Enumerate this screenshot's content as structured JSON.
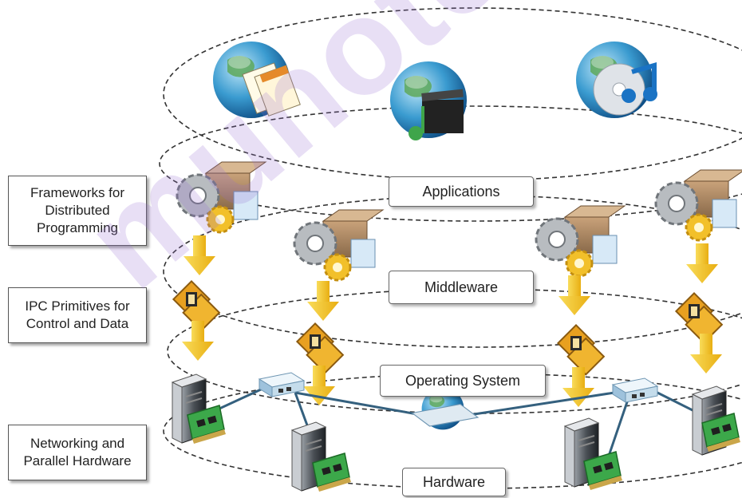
{
  "side_labels": {
    "frameworks": "Frameworks for\nDistributed\nProgramming",
    "ipc": "IPC Primitives for\nControl and Data",
    "networking": "Networking and\nParallel Hardware"
  },
  "layers": {
    "applications": "Applications",
    "middleware": "Middleware",
    "operating_system": "Operating System",
    "hardware": "Hardware"
  },
  "watermark": "munotes.in",
  "icons": {
    "app_1": "globe-documents-icon",
    "app_2": "globe-media-clapper-icon",
    "app_3": "globe-music-cd-icon",
    "framework": "gear-box-icon",
    "ipc": "ipc-primitive-icon",
    "server": "server-tower-icon",
    "nic": "network-card-icon",
    "switch": "network-switch-icon"
  },
  "colors": {
    "arrow": "#f5c51f",
    "dashed_ring": "#333333",
    "network_link": "#34607e"
  }
}
